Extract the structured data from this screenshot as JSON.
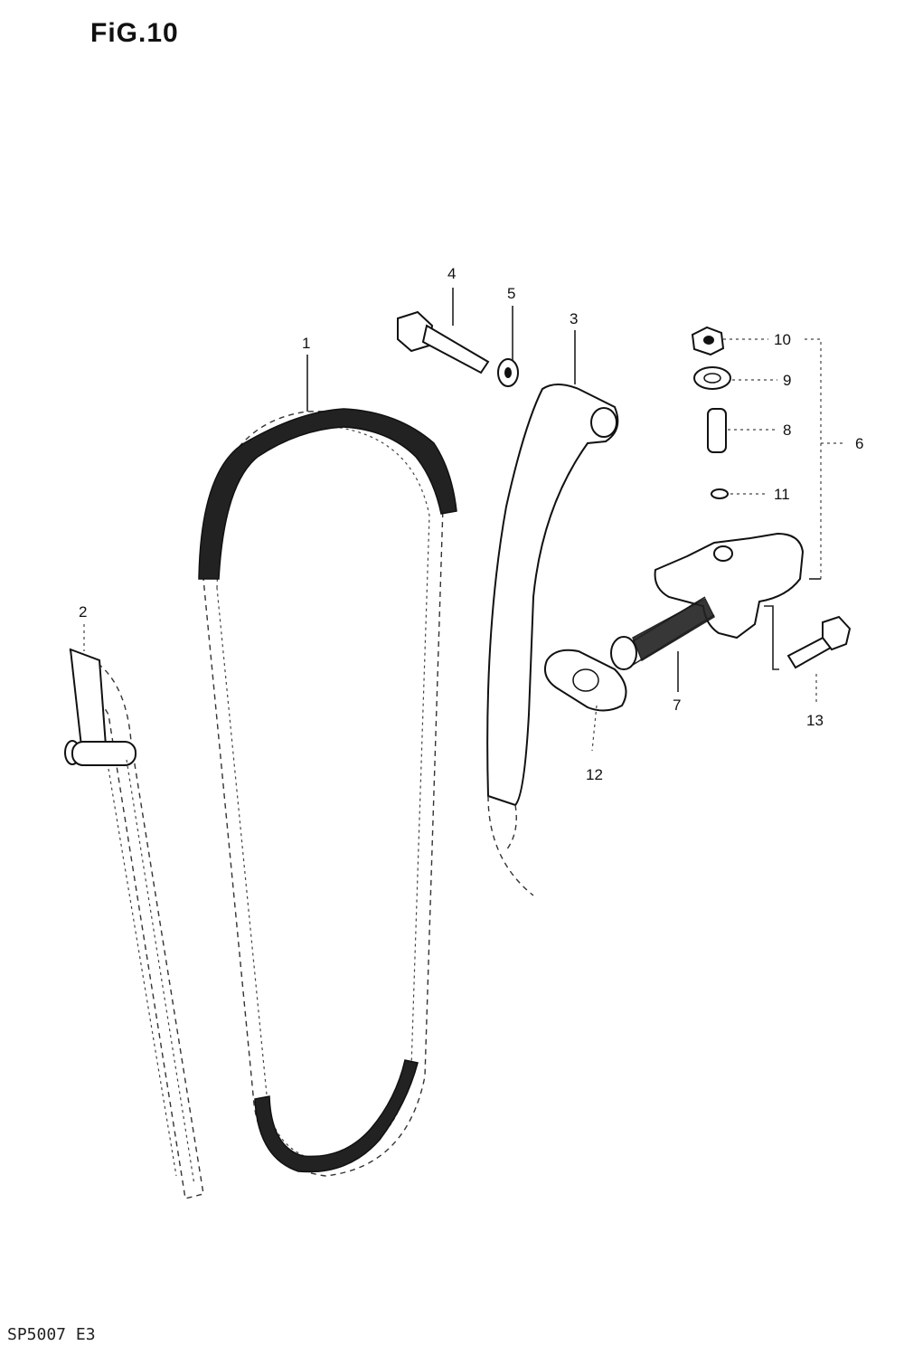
{
  "title": "FiG.10",
  "footer_code": "SP5007 E3",
  "parts": [
    {
      "id": "1",
      "label": "1"
    },
    {
      "id": "2",
      "label": "2"
    },
    {
      "id": "3",
      "label": "3"
    },
    {
      "id": "4",
      "label": "4"
    },
    {
      "id": "5",
      "label": "5"
    },
    {
      "id": "6",
      "label": "6"
    },
    {
      "id": "7",
      "label": "7"
    },
    {
      "id": "8",
      "label": "8"
    },
    {
      "id": "9",
      "label": "9"
    },
    {
      "id": "10",
      "label": "10"
    },
    {
      "id": "11",
      "label": "11"
    },
    {
      "id": "12",
      "label": "12"
    },
    {
      "id": "13",
      "label": "13"
    }
  ]
}
